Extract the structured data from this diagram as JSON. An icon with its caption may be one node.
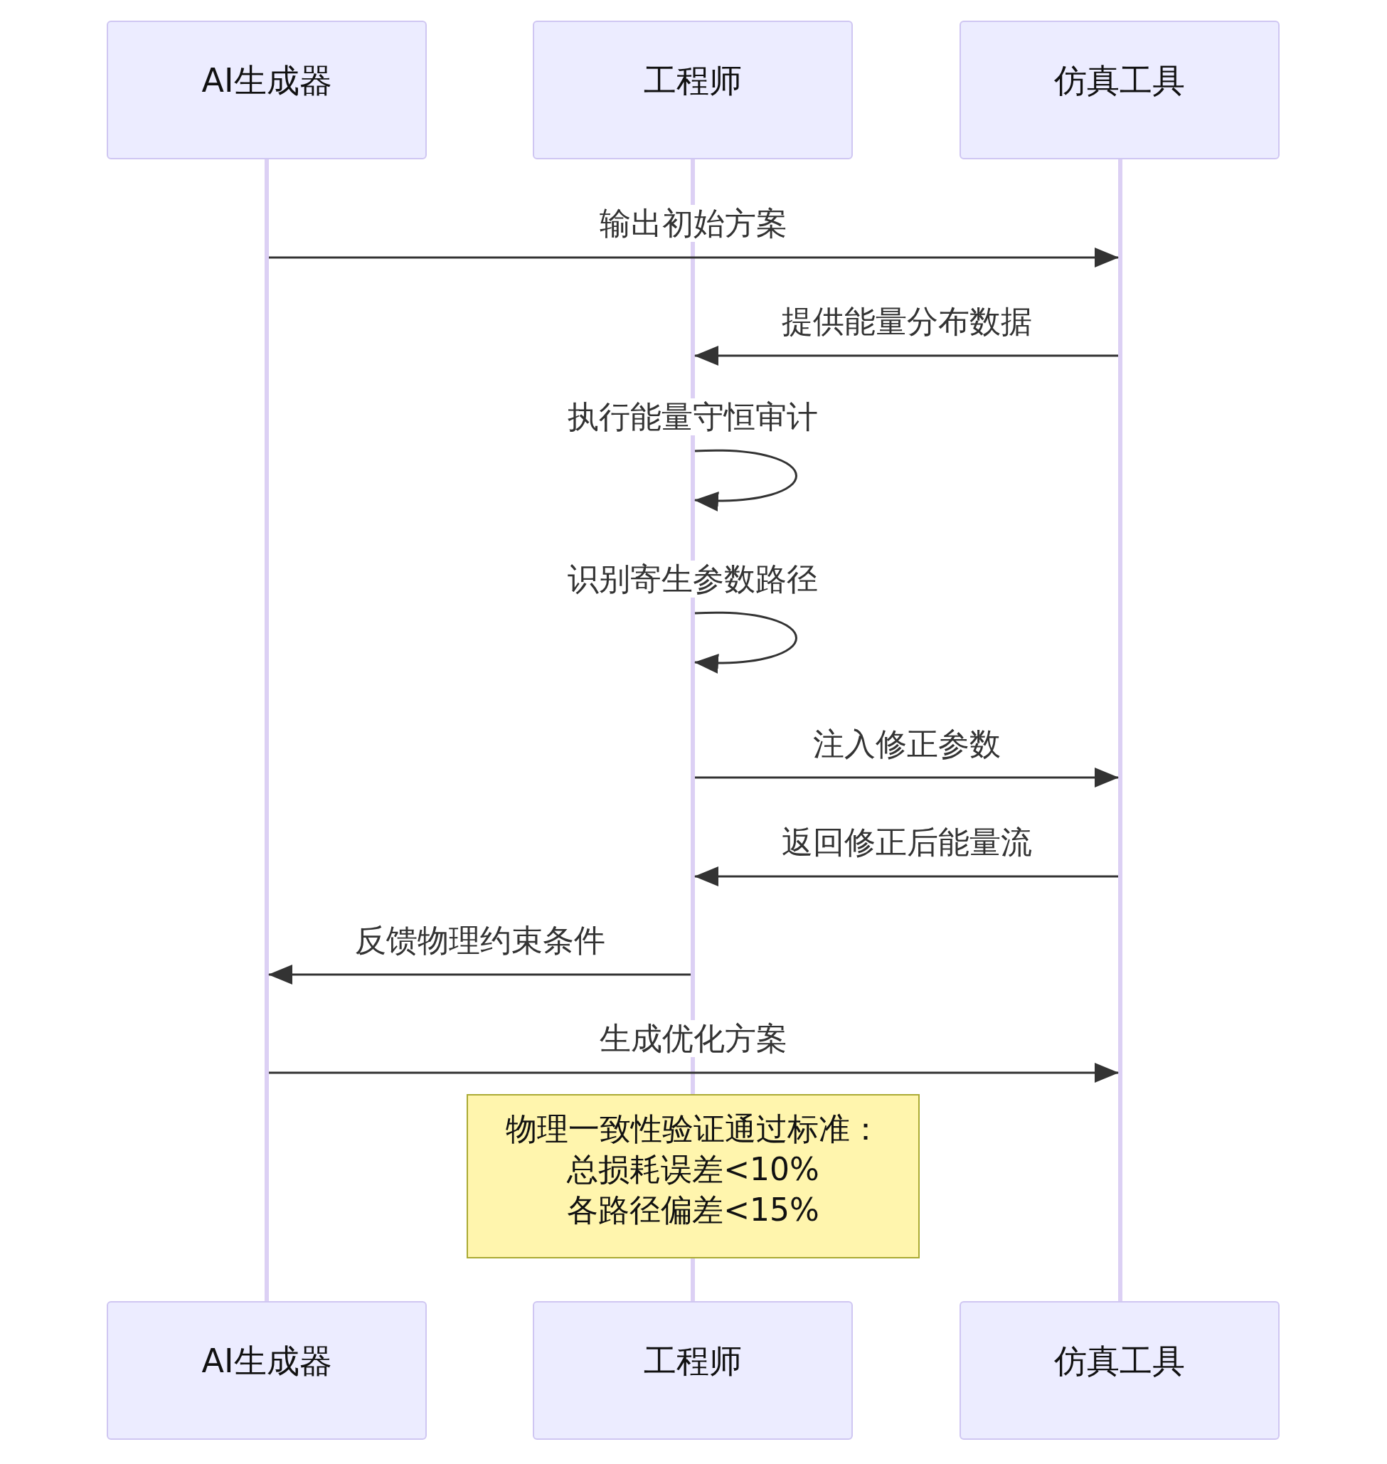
{
  "diagram": {
    "nodes": [
      {
        "text": [
          "AI生成器"
        ]
      },
      {
        "text": [
          "工程师"
        ]
      },
      {
        "text": [
          "仿真工具"
        ]
      },
      {
        "text": [],
        "shape": "bar"
      },
      {
        "text": [],
        "shape": "bar"
      },
      {
        "text": [],
        "shape": "bar"
      },
      {
        "text": [
          "物理一致性验证通过标准：",
          "总损耗误差<10%",
          "各路径偏差<15%"
        ]
      },
      {
        "text": [
          "AI生成器"
        ]
      },
      {
        "text": [
          "工程师"
        ]
      },
      {
        "text": [
          "仿真工具"
        ]
      },
      {
        "text": [],
        "shape": "bar"
      }
    ],
    "edges": [
      {
        "from": 3,
        "to": 5,
        "arrow": "to",
        "label": "输出初始方案"
      },
      {
        "from": 5,
        "to": 4,
        "arrow": "to",
        "label": "提供能量分布数据"
      },
      {
        "from": 4,
        "to": 4,
        "arrow": "to",
        "label": "执行能量守恒审计"
      },
      {
        "from": 4,
        "to": 4,
        "arrow": "to",
        "label": "识别寄生参数路径"
      },
      {
        "from": 4,
        "to": 5,
        "arrow": "to",
        "label": "注入修正参数"
      },
      {
        "from": 5,
        "to": 4,
        "arrow": "to",
        "label": "返回修正后能量流"
      },
      {
        "from": 4,
        "to": 3,
        "arrow": "to",
        "label": "反馈物理约束条件"
      },
      {
        "from": 3,
        "to": 5,
        "arrow": "to",
        "label": "生成优化方案"
      }
    ]
  }
}
